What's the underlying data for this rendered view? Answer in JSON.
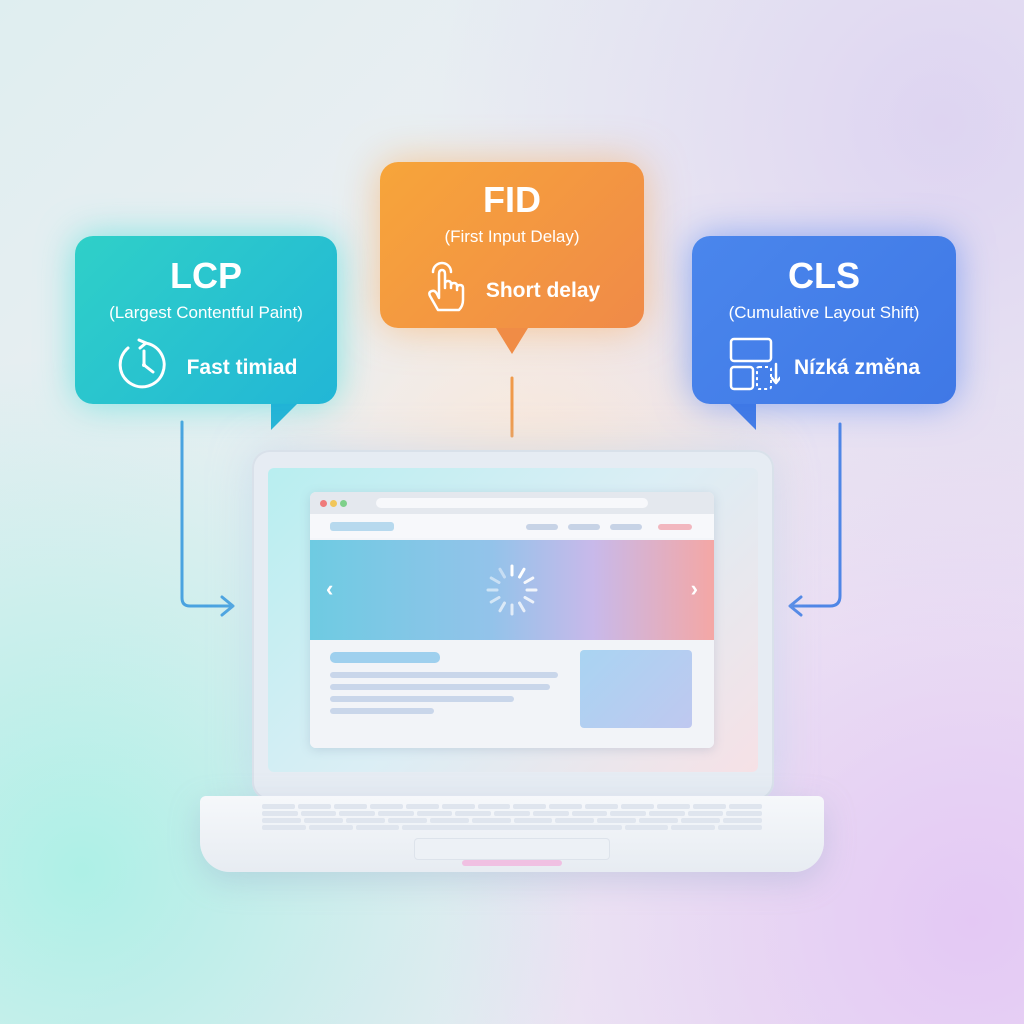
{
  "colors": {
    "lcp": "#22b6d6",
    "fid": "#f08a48",
    "cls": "#3f78e6",
    "connector_lcp": "#4aa3e0",
    "connector_fid": "#f09a4a",
    "connector_cls": "#4f86e6"
  },
  "cards": {
    "lcp": {
      "title": "LCP",
      "subtitle": "(Largest Contentful Paint)",
      "icon": "stopwatch-icon",
      "label": "Fast timiad"
    },
    "fid": {
      "title": "FID",
      "subtitle": "(First Input Delay)",
      "icon": "tap-hand-icon",
      "label": "Short delay"
    },
    "cls": {
      "title": "CLS",
      "subtitle": "(Cumulative Layout Shift)",
      "icon": "layout-shift-icon",
      "label": "Nízká změna"
    }
  },
  "laptop": {
    "icon": "laptop-icon",
    "browser": {
      "carousel_prev_icon": "chevron-left-icon",
      "carousel_next_icon": "chevron-right-icon",
      "loading_icon": "spinner-icon"
    }
  }
}
